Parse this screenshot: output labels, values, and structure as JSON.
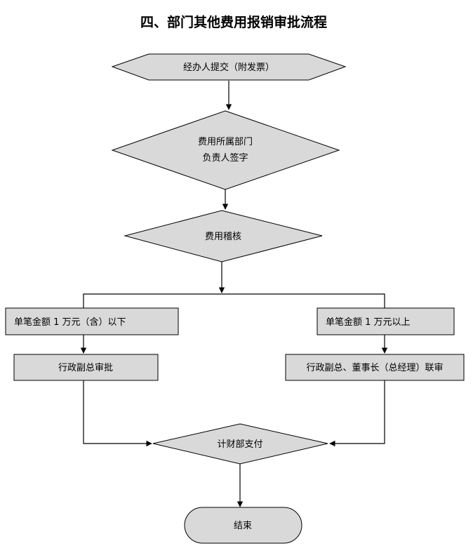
{
  "title": "四、部门其他费用报销审批流程",
  "nodes": {
    "submit": "经办人提交（附发票）",
    "dept_head_line1": "费用所属部门",
    "dept_head_line2": "负责人签字",
    "audit": "费用稽核",
    "under_10k": "单笔金额 1 万元（含）以下",
    "over_10k": "单笔金额 1 万元以上",
    "admin_vp": "行政副总审批",
    "joint_review": "行政副总、董事长（总经理）联审",
    "finance_pay": "计财部支付",
    "end": "结束"
  },
  "colors": {
    "fill": "#d9d9d9",
    "stroke": "#000000"
  }
}
